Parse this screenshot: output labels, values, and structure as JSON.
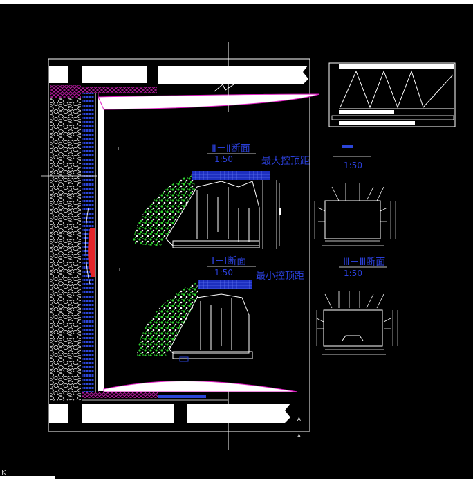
{
  "sections": {
    "section2": {
      "title": "Ⅱ－Ⅱ断面",
      "scale": "1:50",
      "note": "最大控顶距"
    },
    "section1": {
      "title": "Ⅰ－Ⅰ断面",
      "scale": "1:50",
      "note": "最小控顶距"
    },
    "section3": {
      "title": "Ⅲ－Ⅲ断面",
      "scale": "1:50"
    },
    "section_top": {
      "scale": "1:50"
    }
  },
  "markers": {
    "left_mark": "I",
    "arrow_label": "A",
    "status_char": "K"
  },
  "colors": {
    "background": "#000000",
    "outline": "#ffffff",
    "label_blue": "#2a3fd8",
    "roof_blue": "#2b45d8",
    "gob_green": "#2fd12f",
    "accent_magenta": "#e01fc4",
    "conveyor_red": "#e3262b"
  }
}
